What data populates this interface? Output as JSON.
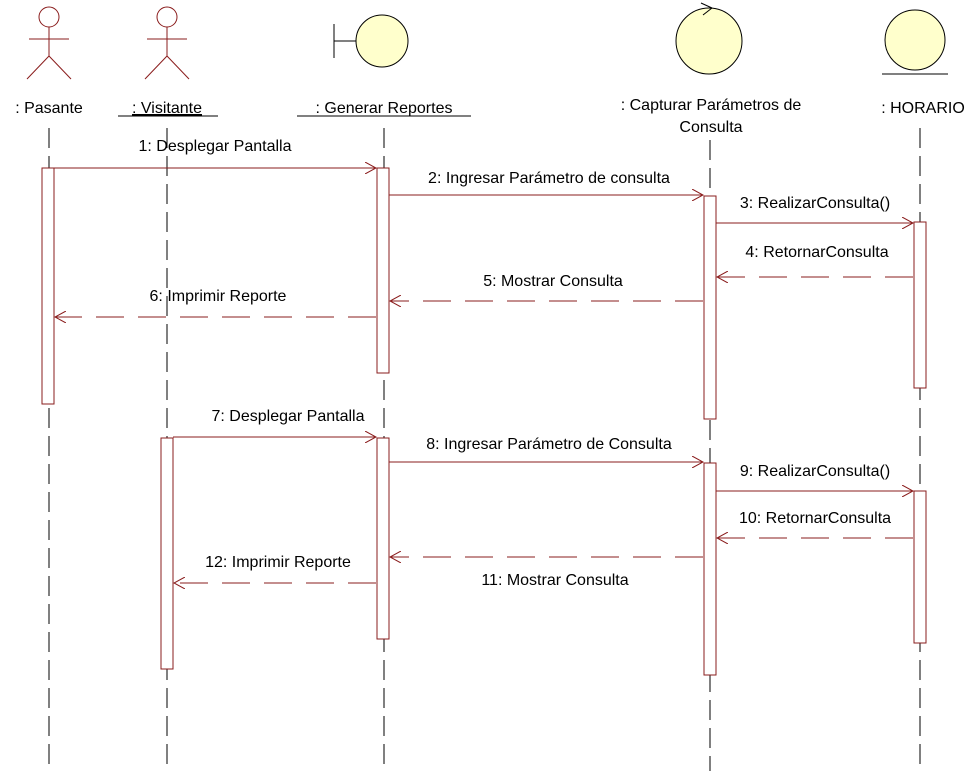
{
  "participants": [
    {
      "id": "pasante",
      "label": ": Pasante",
      "kind": "actor",
      "underline": false
    },
    {
      "id": "visitante",
      "label": ": Visitante",
      "kind": "actor",
      "underline": true
    },
    {
      "id": "generar",
      "label": ": Generar Reportes",
      "kind": "boundary",
      "underline": true
    },
    {
      "id": "capturar",
      "label_line1": ": Capturar Parámetros de",
      "label_line2": "Consulta",
      "kind": "control",
      "underline": false
    },
    {
      "id": "horario",
      "label": ": HORARIO",
      "kind": "entity",
      "underline": false
    }
  ],
  "messages": [
    {
      "label": "1: Desplegar Pantalla",
      "from": "pasante",
      "to": "generar",
      "type": "call"
    },
    {
      "label": "2: Ingresar Parámetro de consulta",
      "from": "generar",
      "to": "capturar",
      "type": "call"
    },
    {
      "label": "3: RealizarConsulta()",
      "from": "capturar",
      "to": "horario",
      "type": "call"
    },
    {
      "label": "4: RetornarConsulta",
      "from": "horario",
      "to": "capturar",
      "type": "return"
    },
    {
      "label": "5: Mostrar Consulta",
      "from": "capturar",
      "to": "generar",
      "type": "return"
    },
    {
      "label": "6: Imprimir Reporte",
      "from": "generar",
      "to": "pasante",
      "type": "return"
    },
    {
      "label": "7: Desplegar Pantalla",
      "from": "visitante",
      "to": "generar",
      "type": "call"
    },
    {
      "label": "8: Ingresar Parámetro de Consulta",
      "from": "generar",
      "to": "capturar",
      "type": "call"
    },
    {
      "label": "9: RealizarConsulta()",
      "from": "capturar",
      "to": "horario",
      "type": "call"
    },
    {
      "label": "10: RetornarConsulta",
      "from": "horario",
      "to": "capturar",
      "type": "return"
    },
    {
      "label": "11: Mostrar Consulta",
      "from": "capturar",
      "to": "generar",
      "type": "return"
    },
    {
      "label": "12: Imprimir Reporte",
      "from": "generar",
      "to": "visitante",
      "type": "return"
    }
  ],
  "colors": {
    "line": "#8a1c1c",
    "lifeline": "#000000",
    "entity_fill": "#ffffcc"
  }
}
